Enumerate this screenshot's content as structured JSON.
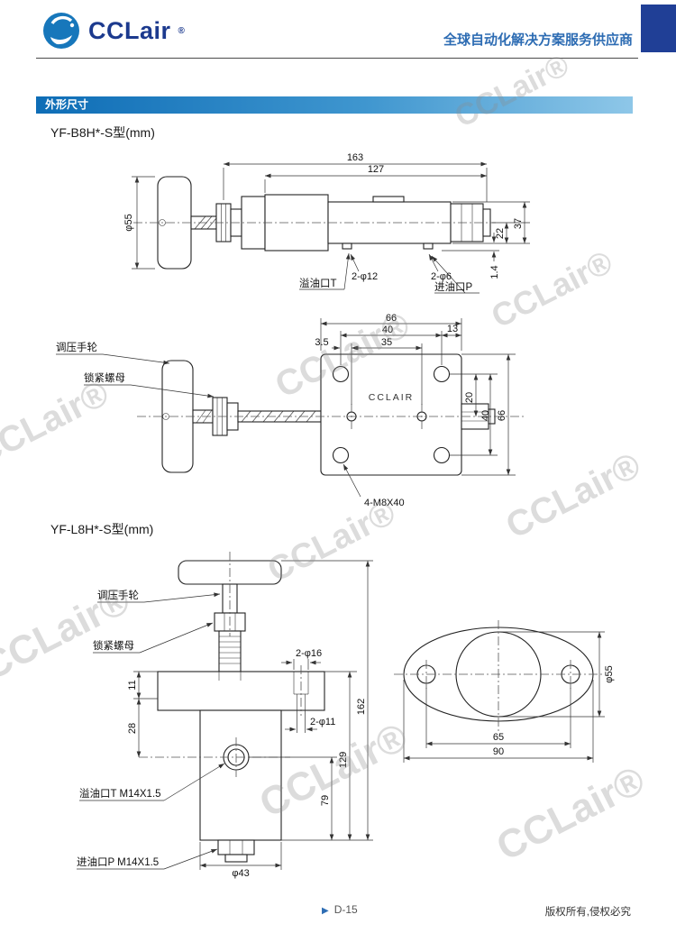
{
  "header": {
    "logo_text": "CCLair",
    "logo_reg": "®",
    "tagline": "全球自动化解决方案服务供应商"
  },
  "section_title": "外形尺寸",
  "watermark": {
    "text": "CCLair®"
  },
  "model_b8h": "YF-B8H*-S型(mm)",
  "model_l8h": "YF-L8H*-S型(mm)",
  "drawing1": {
    "dim_163": "163",
    "dim_127": "127",
    "dim_phi55": "φ55",
    "dim_22": "22",
    "dim_37": "37",
    "dim_1_4": "1.4",
    "label_drain": "溢油口T",
    "label_2phi12": "2-φ12",
    "label_2phi6": "2-φ6",
    "label_inlet": "进油口P"
  },
  "drawing2": {
    "label_handwheel": "调压手轮",
    "label_locknut": "锁紧螺母",
    "brand": "CCLAIR",
    "dim_66_top": "66",
    "dim_40_top": "40",
    "dim_13": "13",
    "dim_35": "35",
    "dim_3_5": "3.5",
    "dim_20": "20",
    "dim_40_right": "40",
    "dim_66_right": "66",
    "label_bolts": "4-M8X40"
  },
  "drawing3": {
    "label_handwheel": "调压手轮",
    "label_locknut": "锁紧螺母",
    "dim_2phi16": "2-φ16",
    "dim_11": "11",
    "dim_28": "28",
    "dim_2phi11": "2-φ11",
    "dim_162": "162",
    "dim_129": "129",
    "dim_79": "79",
    "label_drain": "溢油口T M14X1.5",
    "label_inlet": "进油口P M14X1.5",
    "dim_phi43": "φ43"
  },
  "drawing4": {
    "dim_phi55": "φ55",
    "dim_65": "65",
    "dim_90": "90"
  },
  "footer": {
    "page_marker": "▶",
    "page": "D-15",
    "copyright": "版权所有,侵权必究"
  }
}
